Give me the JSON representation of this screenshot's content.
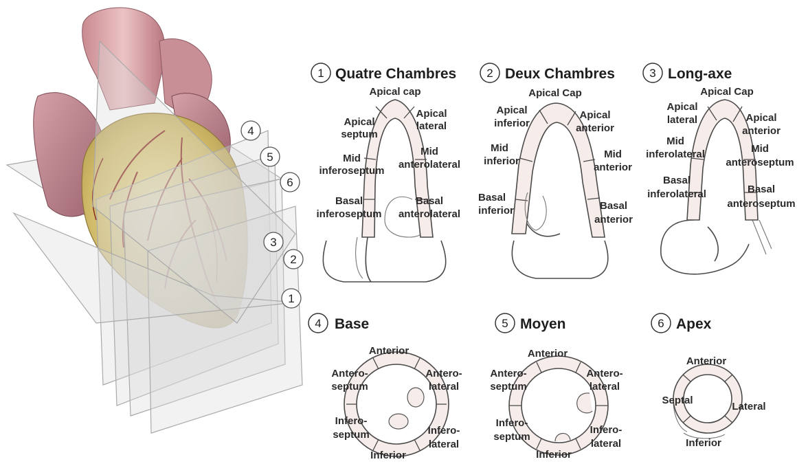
{
  "colors": {
    "wall_fill": "#f6ecea",
    "outline": "#4a4a4a",
    "heart_muscle": "#c9b66a",
    "heart_atria": "#b27f8a",
    "vessels": "#8a2a26",
    "planes": "#d9d9d9"
  },
  "plane_markers": [
    "4",
    "5",
    "6",
    "3",
    "2",
    "1"
  ],
  "views": {
    "four_chamber": {
      "number": "1",
      "title": "Quatre Chambres",
      "labels": [
        "Apical cap",
        "Apical",
        "septum",
        "Apical",
        "lateral",
        "Mid",
        "inferoseptum",
        "Mid",
        "anterolateral",
        "Basal",
        "inferoseptum",
        "Basal",
        "anterolateral"
      ]
    },
    "two_chamber": {
      "number": "2",
      "title": "Deux Chambres",
      "labels": [
        "Apical Cap",
        "Apical",
        "inferior",
        "Apical",
        "anterior",
        "Mid",
        "inferior",
        "Mid",
        "anterior",
        "Basal",
        "inferior",
        "Basal",
        "anterior"
      ]
    },
    "long_axis": {
      "number": "3",
      "title": "Long-axe",
      "labels": [
        "Apical Cap",
        "Apical",
        "lateral",
        "Apical",
        "anterior",
        "Mid",
        "inferolateral",
        "Mid",
        "anteroseptum",
        "Basal",
        "inferolateral",
        "Basal",
        "anteroseptum"
      ]
    },
    "base": {
      "number": "4",
      "title": "Base",
      "labels": [
        "Anterior",
        "Antero-",
        "septum",
        "Antero-",
        "lateral",
        "Infero-",
        "septum",
        "Infero-",
        "lateral",
        "Inferior"
      ]
    },
    "moyen": {
      "number": "5",
      "title": "Moyen",
      "labels": [
        "Anterior",
        "Antero-",
        "septum",
        "Antero-",
        "lateral",
        "Infero-",
        "septum",
        "Infero-",
        "lateral",
        "Inferior"
      ]
    },
    "apex": {
      "number": "6",
      "title": "Apex",
      "labels": [
        "Anterior",
        "Septal",
        "Lateral",
        "Inferior"
      ]
    }
  }
}
